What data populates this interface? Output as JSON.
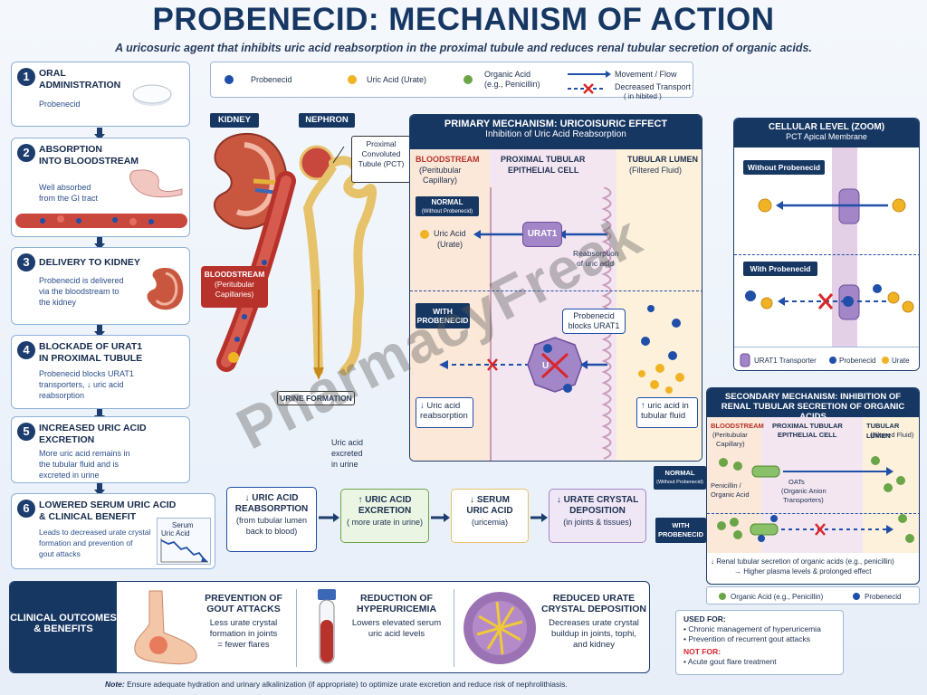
{
  "header": {
    "title": "PROBENECID: MECHANISM OF ACTION",
    "subtitle": "A uricosuric agent that inhibits uric acid reabsorption in the proximal tubule and reduces renal tubular secretion of organic acids."
  },
  "legend": {
    "probenecid": "Probenecid",
    "uric_acid": "Uric Acid (Urate)",
    "organic_acid_line1": "Organic Acid",
    "organic_acid_line2": "(e.g., Penicillin)",
    "flow": "Movement / Flow",
    "decreased_line1": "Decreased Transport",
    "decreased_line2": "( in hibited )"
  },
  "steps": [
    {
      "num": "1",
      "title_line1": "ORAL",
      "title_line2": "ADMINISTRATION",
      "text_lines": [
        "Probenecid"
      ]
    },
    {
      "num": "2",
      "title_line1": "ABSORPTION",
      "title_line2": "INTO BLOODSTREAM",
      "text_lines": [
        "Well absorbed",
        "from the GI tract"
      ]
    },
    {
      "num": "3",
      "title_line1": "DELIVERY TO KIDNEY",
      "title_line2": "",
      "text_lines": [
        "Probenecid is delivered",
        "via the bloodstream to",
        "the kidney"
      ]
    },
    {
      "num": "4",
      "title_line1": "BLOCKADE OF URAT1",
      "title_line2": "IN PROXIMAL TUBULE",
      "text_lines": [
        "Probenecid blocks URAT1",
        "transporters, ↓ uric acid",
        "reabsorption"
      ]
    },
    {
      "num": "5",
      "title_line1": "INCREASED URIC ACID",
      "title_line2": "EXCRETION",
      "text_lines": [
        "More uric acid remains in",
        "the tubular fluid and is",
        "excreted in urine"
      ]
    },
    {
      "num": "6",
      "title_line1": "LOWERED SERUM URIC ACID",
      "title_line2": "& CLINICAL BENEFIT",
      "text_lines": [
        "Leads to decreased urate crystal",
        "formation and prevention of",
        "gout attacks"
      ]
    }
  ],
  "serum_chart_label_line1": "Serum",
  "serum_chart_label_line2": "Uric Acid",
  "anatomy": {
    "kidney_tag": "KIDNEY",
    "nephron_tag": "NEPHRON",
    "pct_line1": "Proximal",
    "pct_line2": "Convoluted",
    "pct_line3": "Tubule (PCT)",
    "blood_line1": "BLOODSTREAM",
    "blood_line2": "(Peritubular",
    "blood_line3": "Capillaries)",
    "urine_formation": "URINE FORMATION",
    "urine_line1": "Uric acid",
    "urine_line2": "excreted",
    "urine_line3": "in urine"
  },
  "primary": {
    "title": "PRIMARY MECHANISM: URICOISURIC EFFECT",
    "subtitle": "Inhibition of Uric Acid Reabsorption",
    "col_blood_line1": "BLOODSTREAM",
    "col_blood_line2": "(Peritubular",
    "col_blood_line3": "Capillary)",
    "col_cell_line1": "PROXIMAL TUBULAR",
    "col_cell_line2": "EPITHELIAL CELL",
    "col_lumen_line1": "TUBULAR LUMEN",
    "col_lumen_line2": "(Filtered Fluid)",
    "normal_tag": "NORMAL",
    "normal_sub": "(Without Probenecid)",
    "uric_line1": "Uric Acid",
    "uric_line2": "(Urate)",
    "urat1": "URAT1",
    "reabs_line1": "Reabsorption",
    "reabs_line2": "of uric acid",
    "with_line1": "WITH",
    "with_line2": "PROBENECID",
    "blocks_line1": "Probenecid",
    "blocks_line2": "blocks URAT1",
    "down_line1": "Uric acid",
    "down_line2": "reabsorption",
    "up_line1": "uric acid in",
    "up_line2": "tubular fluid"
  },
  "cellular": {
    "title": "CELLULAR LEVEL (ZOOM)",
    "subtitle": "PCT Apical Membrane",
    "without": "Without Probenecid",
    "with": "With Probenecid",
    "legend_urat1": "URAT1 Transporter",
    "legend_prob": "Probenecid",
    "legend_urate": "Urate"
  },
  "secondary": {
    "title_line1": "SECONDARY MECHANISM: INHIBITION OF",
    "title_line2": "RENAL TUBULAR SECRETION OF ORGANIC ACIDS",
    "col_blood_line1": "BLOODSTREAM",
    "col_blood_line2": "(Peritubular",
    "col_blood_line3": "Capillary)",
    "col_cell_line1": "PROXIMAL TUBULAR",
    "col_cell_line2": "EPITHELIAL CELL",
    "col_lumen_line1": "TUBULAR LUMEN",
    "col_lumen_line2": "(Filtered Fluid)",
    "normal_tag": "NORMAL",
    "normal_sub": "(Without Probenecid)",
    "with_line1": "WITH",
    "with_line2": "PROBENECID",
    "pen_line1": "Penicillin /",
    "pen_line2": "Organic Acid",
    "oat_line1": "OATs",
    "oat_line2": "(Organic Anion",
    "oat_line3": "Transporters)",
    "effect_line1": "↓ Renal tubular secretion of organic acids (e.g., penicillin)",
    "effect_line2": "→ Higher plasma levels & prolonged effect",
    "legend_organic": "Organic Acid (e.g., Penicillin)",
    "legend_prob": "Probenecid"
  },
  "chain": [
    {
      "line1": "↓ URIC ACID",
      "line2": "REABSORPTION",
      "line3": "(from tubular lumen",
      "line4": "back to blood)"
    },
    {
      "line1": "↑ URIC ACID",
      "line2": "EXCRETION",
      "line3": "( more urate in urine)",
      "line4": ""
    },
    {
      "line1": "↓ SERUM",
      "line2": "URIC ACID",
      "line3": "(uricemia)",
      "line4": ""
    },
    {
      "line1": "↓ URATE CRYSTAL",
      "line2": "DEPOSITION",
      "line3": "(in joints & tissues)",
      "line4": ""
    }
  ],
  "outcomes": {
    "label_line1": "CLINICAL OUTCOMES",
    "label_line2": "& BENEFITS",
    "items": [
      {
        "title_line1": "PREVENTION OF",
        "title_line2": "GOUT ATTACKS",
        "text_lines": [
          "Less urate crystal",
          "formation in joints",
          "= fewer flares"
        ]
      },
      {
        "title_line1": "REDUCTION OF",
        "title_line2": "HYPERURICEMIA",
        "text_lines": [
          "Lowers elevated serum",
          "uric acid levels"
        ]
      },
      {
        "title_line1": "REDUCED URATE",
        "title_line2": "CRYSTAL DEPOSITION",
        "text_lines": [
          "Decreases urate crystal",
          "buildup in joints, tophi,",
          "and kidney"
        ]
      }
    ]
  },
  "usage": {
    "used_for": "USED FOR:",
    "used_items": [
      "• Chronic management of hyperuricemia",
      "• Prevention of recurrent gout attacks"
    ],
    "not_for": "NOT FOR:",
    "not_items": [
      "• Acute gout flare treatment"
    ]
  },
  "note": {
    "label": "Note:",
    "text": "Ensure adequate hydration and urinary alkalinization (if appropriate) to optimize urate excretion and reduce risk of nephrolithiasis."
  },
  "watermark": "PharmacyFreak",
  "colors": {
    "navy": "#173763",
    "probenecid": "#1f4fa8",
    "urate": "#f0b323",
    "organic_acid": "#6aa548",
    "inhibit": "#d9262c",
    "blood": "#b8322c"
  }
}
